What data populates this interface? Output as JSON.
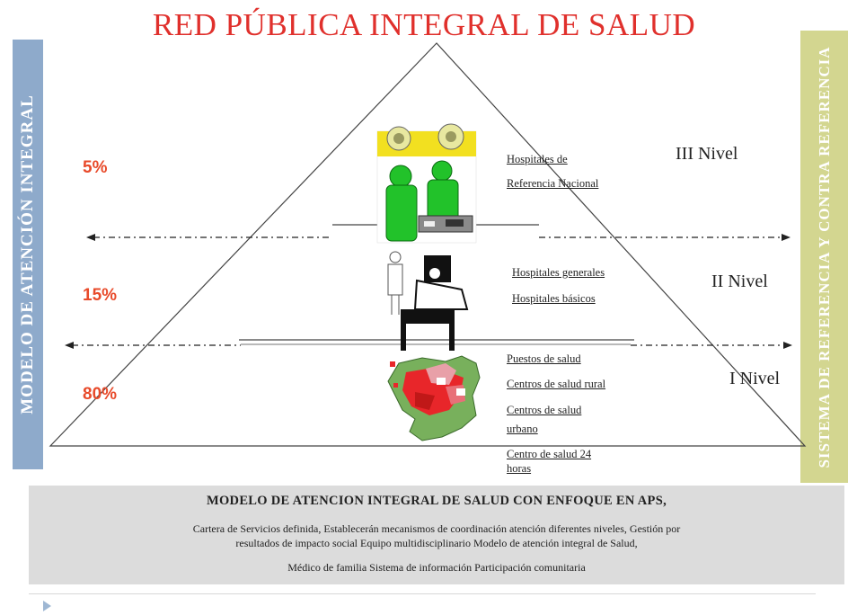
{
  "title": "RED PÚBLICA INTEGRAL DE SALUD",
  "left_bar_label": "MODELO DE ATENCIÓN INTEGRAL",
  "right_bar_label": "SISTEMA DE REFERENCIA Y CONTRA REFERENCIA",
  "levels": [
    {
      "percent": "5%",
      "level": "III Nivel",
      "labels": [
        "Hospitales de",
        "Referencia Nacional"
      ]
    },
    {
      "percent": "15%",
      "level": "II Nivel",
      "labels": [
        "Hospitales  generales",
        "Hospitales  básicos"
      ]
    },
    {
      "percent": "80%",
      "level": "I Nivel",
      "labels": [
        "Puestos de salud",
        "Centros de salud  rural",
        "Centros de  salud",
        "urbano",
        "Centro de salud 24",
        "horas"
      ]
    }
  ],
  "bottom": {
    "title": "MODELO DE ATENCION INTEGRAL DE SALUD  CON ENFOQUE EN APS,",
    "line1": "Cartera de Servicios definida, Establecerán mecanismos de  coordinación  atención diferentes niveles,   Gestión por",
    "line2": "resultados de impacto social     Equipo multidisciplinario  Modelo de atención  integral de Salud,",
    "line3": "Médico de familia       Sistema de información      Participación  comunitaria"
  },
  "colors": {
    "title": "#e0302c",
    "percent": "#e84a2a",
    "left_bar": "#8eaacb",
    "right_bar": "#d3d690",
    "bottom_box": "#dcdcdc",
    "surgeon": "#22c22a",
    "map_red": "#e8262a",
    "map_green": "#78b05c"
  },
  "icons": [
    "surgery-team-icon",
    "hospital-bed-patient-icon",
    "regional-map-icon"
  ]
}
